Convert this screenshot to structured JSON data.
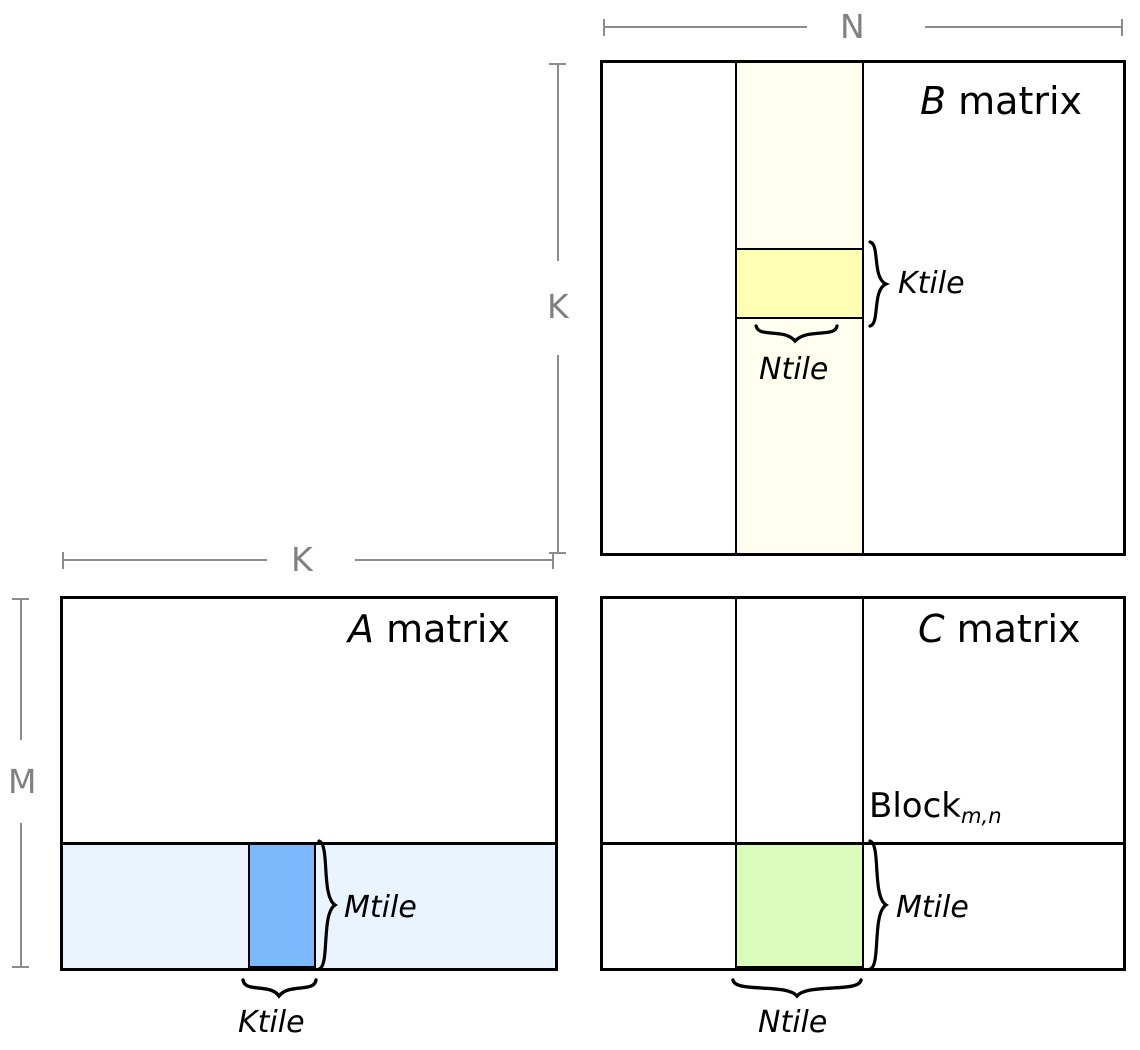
{
  "diagram": {
    "title_semantic": "matrix-multiplication-tiling",
    "colors": {
      "outline": "#000000",
      "dimension_gray": "#8c8c8c",
      "b_band": "#fffff0",
      "b_tile": "#ffffb3",
      "a_band": "#eaf4fe",
      "a_tile": "#7cb9fc",
      "c_tile": "#d9fcbc"
    }
  },
  "matrices": {
    "a": {
      "name_var": "A",
      "name_suffix": " matrix",
      "width_dim_label": "K",
      "height_dim_label": "M",
      "tile_width_label": "Ktile",
      "tile_height_label": "Mtile"
    },
    "b": {
      "name_var": "B",
      "name_suffix": " matrix",
      "width_dim_label": "N",
      "height_dim_label": "K",
      "tile_width_label": "Ntile",
      "tile_height_label": "Ktile"
    },
    "c": {
      "name_var": "C",
      "name_suffix": " matrix",
      "block_label_base": "Block",
      "block_label_sub": "m,n",
      "tile_width_label": "Ntile",
      "tile_height_label": "Mtile"
    }
  }
}
